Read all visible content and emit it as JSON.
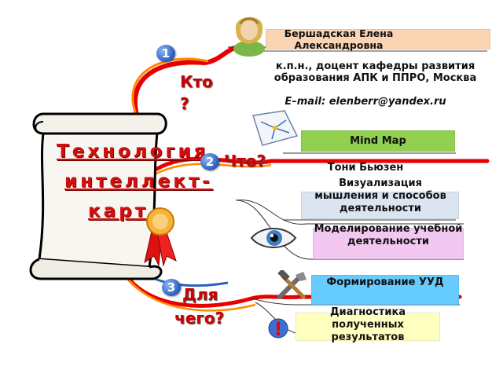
{
  "scroll": {
    "line1": "Технология",
    "line2": "интеллект-",
    "line3": "карт"
  },
  "branches": {
    "who": {
      "number": "1",
      "label": "Кто",
      "mark": "?",
      "name_box": "Бершадская Елена Александровна",
      "details": "к.п.н., доцент кафедры развития образования АПК и ППРО, Москва",
      "email": "E–mail: elenberr@yandex.ru"
    },
    "what": {
      "number": "2",
      "label": "Что?",
      "mind_map": "Mind Map",
      "author": "Тони Бьюзен",
      "visualization": "Визуализация мышления и способов деятельности",
      "modeling": "Моделирование учебной деятельности"
    },
    "why": {
      "number": "3",
      "label": "Для",
      "label2": "чего?",
      "uud": "Формирование УУД",
      "diagnostics": "Диагностика полученных результатов"
    }
  },
  "colors": {
    "name_box": "#fbd4b4",
    "mind_map_box": "#92d050",
    "visualization_box": "#dbe5f1",
    "modeling_box": "#f2c8f0",
    "uud_box": "#66ccff",
    "diagnostics_box": "#ffffc0",
    "accent_red": "#cc0000"
  },
  "icons": [
    "person-icon",
    "map-icon",
    "eye-icon",
    "tools-icon",
    "warning-icon",
    "ribbon-award-icon",
    "scroll-icon"
  ]
}
